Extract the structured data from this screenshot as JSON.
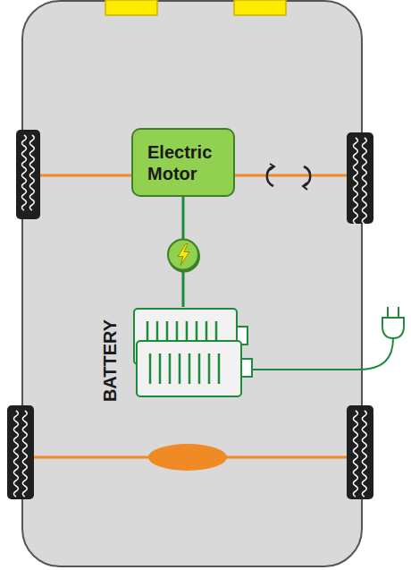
{
  "diagram": {
    "nodes": [
      {
        "text": [
          "Electric Motor"
        ]
      },
      {
        "text": [
          "BATTERY"
        ]
      }
    ],
    "edges": [
      {
        "from": 1,
        "to": 0,
        "arrow": "none"
      }
    ]
  }
}
